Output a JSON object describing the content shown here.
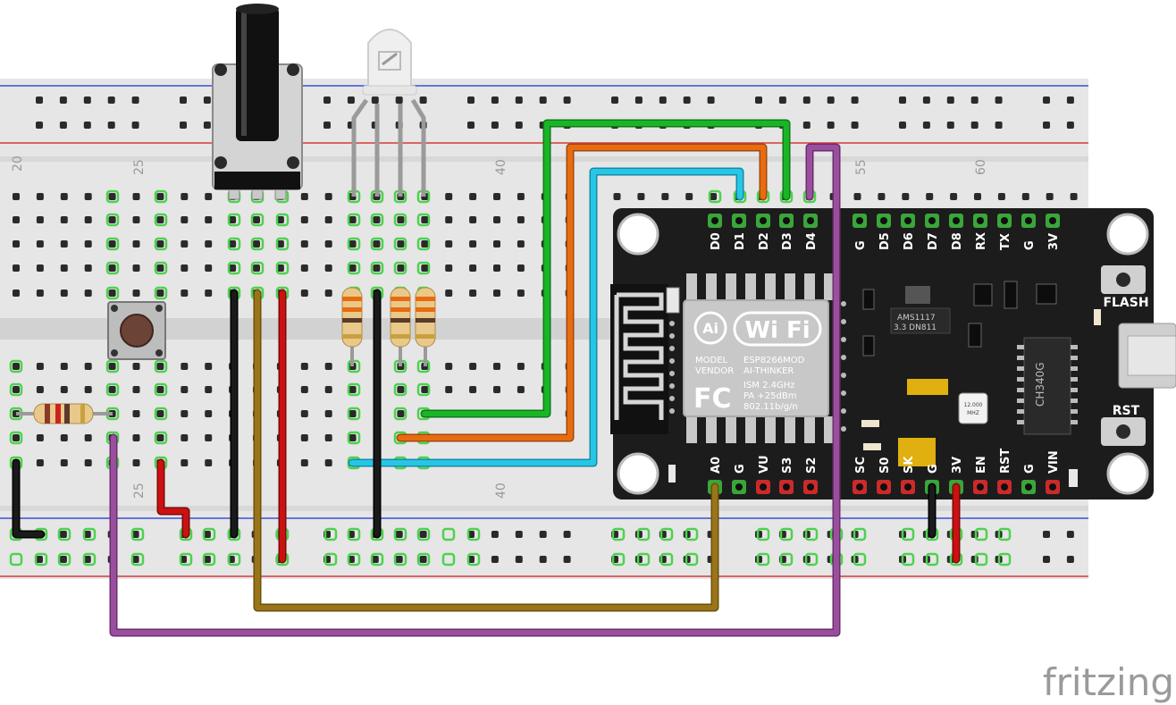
{
  "breadboard": {
    "column_labels_top": [
      "20",
      "25",
      "40",
      "55",
      "60"
    ],
    "column_labels_bottom": [
      "25",
      "40"
    ]
  },
  "nodemcu": {
    "top_pins": [
      "D0",
      "D1",
      "D2",
      "D3",
      "D4",
      "G",
      "D5",
      "D6",
      "D7",
      "D8",
      "RX",
      "TX",
      "G",
      "3V"
    ],
    "bottom_pins": [
      "A0",
      "G",
      "VU",
      "S3",
      "S2",
      "SC",
      "S0",
      "SK",
      "G",
      "3V",
      "EN",
      "RST",
      "G",
      "VIN"
    ],
    "flash_label": "FLASH",
    "rst_label": "RST",
    "regulator_text": [
      "AMS1117",
      "3.3 DN811"
    ],
    "usb_chip_text": "CH340G",
    "crystal_text": [
      "12.000",
      "MHZ"
    ],
    "module": {
      "logo_left": "Ai",
      "wifi_text": "Wi Fi",
      "fc_text": "FC",
      "lines": [
        "ESP8266MOD",
        "AI-THINKER",
        "ISM  2.4GHz",
        "PA   +25dBm",
        "802.11b/g/n"
      ],
      "model_labels": [
        "MODEL",
        "VENDOR"
      ]
    }
  },
  "colors": {
    "green": "#1ab526",
    "orange": "#e86b12",
    "cyan": "#27c6e6",
    "purple": "#9b4e9e",
    "brown": "#9a7418",
    "red": "#cc1111",
    "black": "#1a1a1a"
  },
  "watermark": "fritzing"
}
